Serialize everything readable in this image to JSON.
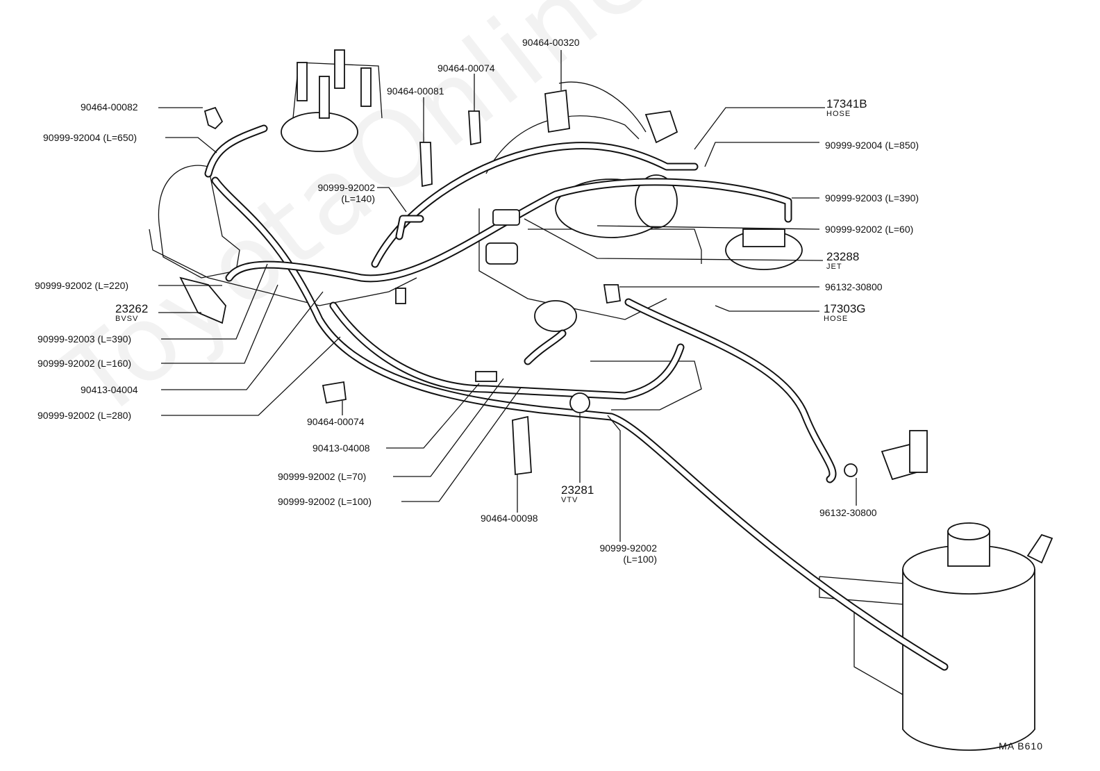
{
  "watermark": "ToyotaOnline.ru",
  "diagram_code": "MA  B610",
  "labels": {
    "p90464_00320": "90464-00320",
    "p90464_00074_top": "90464-00074",
    "p90464_00081": "90464-00081",
    "p90464_00082": "90464-00082",
    "p90999_92004_650": "90999-92004 (L=650)",
    "p17341b": "17341B",
    "p17341b_sub": "HOSE",
    "p90999_92004_850": "90999-92004 (L=850)",
    "p90999_92002_140_a": "90999-92002",
    "p90999_92002_140_b": "(L=140)",
    "p90999_92003_390_r": "90999-92003 (L=390)",
    "p90999_92002_60": "90999-92002 (L=60)",
    "p23288": "23288",
    "p23288_sub": "JET",
    "p96132_30800_r": "96132-30800",
    "p17303g": "17303G",
    "p17303g_sub": "HOSE",
    "p90999_92002_220": "90999-92002 (L=220)",
    "p23262": "23262",
    "p23262_sub": "BVSV",
    "p90999_92003_390_l": "90999-92003 (L=390)",
    "p90999_92002_160": "90999-92002 (L=160)",
    "p90413_04004": "90413-04004",
    "p90999_92002_280": "90999-92002 (L=280)",
    "p90464_00074_low": "90464-00074",
    "p90413_04008": "90413-04008",
    "p90999_92002_70": "90999-92002 (L=70)",
    "p90999_92002_100_l": "90999-92002 (L=100)",
    "p90464_00098": "90464-00098",
    "p23281": "23281",
    "p23281_sub": "VTV",
    "p90999_92002_100_b_a": "90999-92002",
    "p90999_92002_100_b_b": "(L=100)",
    "p96132_30800_low": "96132-30800"
  }
}
